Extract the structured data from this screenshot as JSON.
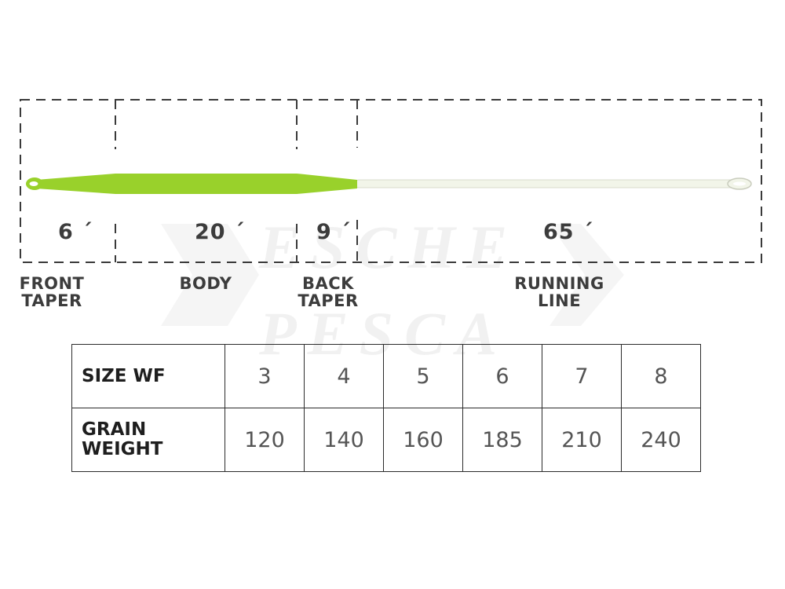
{
  "segments": [
    {
      "length": "6 ´",
      "name": [
        "FRONT",
        "TAPER"
      ]
    },
    {
      "length": "20 ´",
      "name": [
        "BODY"
      ]
    },
    {
      "length": "9 ´",
      "name": [
        "BACK",
        "TAPER"
      ]
    },
    {
      "length": "65 ´",
      "name": [
        "RUNNING",
        "LINE"
      ]
    }
  ],
  "watermark": {
    "line1": "ESCHE",
    "line2": "PESCA"
  },
  "colors": {
    "head": "#99d12b",
    "running_line": "#f2f5e9",
    "dash": "#3a3a3a"
  },
  "table": {
    "size_label": "SIZE WF",
    "sizes": [
      "3",
      "4",
      "5",
      "6",
      "7",
      "8"
    ],
    "grain_label": [
      "GRAIN",
      "WEIGHT"
    ],
    "grains": [
      "120",
      "140",
      "160",
      "185",
      "210",
      "240"
    ]
  }
}
